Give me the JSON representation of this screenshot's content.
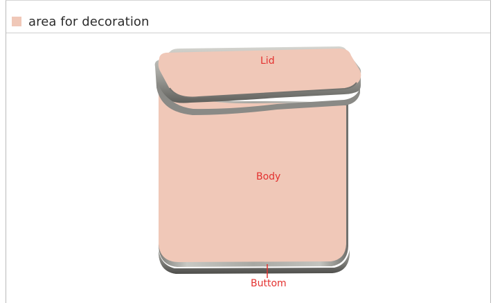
{
  "legend": {
    "label": "area for decoration",
    "swatch_color": "#f0c8b8"
  },
  "parts": {
    "lid": "Lid",
    "body": "Body",
    "bottom": "Buttom"
  },
  "colors": {
    "decoration": "#f0c8b8",
    "label": "#e3312f",
    "metal": "#a8a8a4"
  }
}
